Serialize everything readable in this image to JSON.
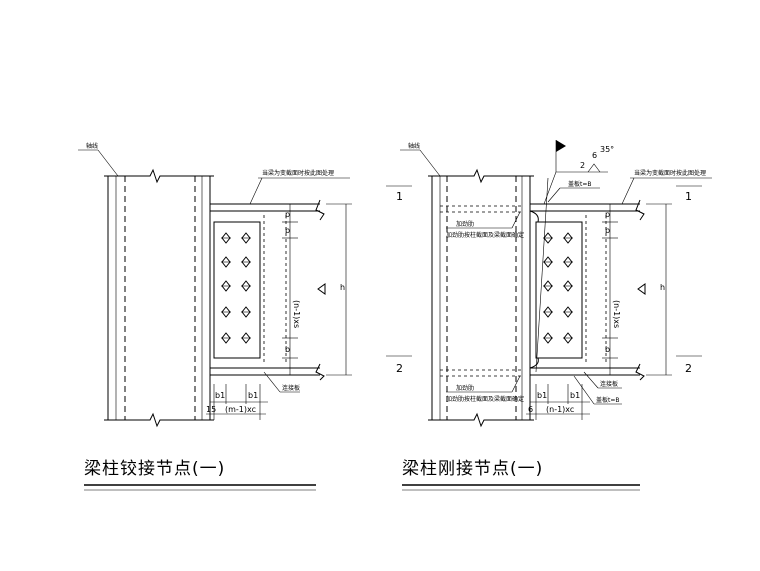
{
  "left_detail": {
    "title": "梁柱铰接节点(一)",
    "axis_label": "轴线",
    "callout_top": "当梁为变截面时按此图处理",
    "stiffener_label": "连接板",
    "dim_p": "p",
    "dim_b": "b",
    "dim_mid": "(n-1)xs",
    "dim_h": "h",
    "dim_b1a": "b1",
    "dim_b1b": "b1",
    "dim_15": "15",
    "dim_bottom": "(m-1)xc"
  },
  "right_detail": {
    "title": "梁柱刚接节点(一)",
    "axis_label": "轴线",
    "callout_top": "当梁为变截面时按此图处理",
    "weld_num": "2",
    "weld_size": "6",
    "weld_angle": "35°",
    "plate_top": "盖板t=B",
    "note_upper_1": "加劲肋",
    "note_upper_2": "加劲肋按柱截面及梁截面确定",
    "note_lower_1": "加劲肋",
    "note_lower_2": "加劲肋按柱截面及梁截面确定",
    "stiffener_label": "连接板",
    "plate_bottom": "盖板t=B",
    "dim_p": "p",
    "dim_b": "b",
    "dim_mid": "(n-1)xs",
    "dim_h": "h",
    "dim_b1a": "b1",
    "dim_b1b": "b1",
    "dim_6": "6",
    "dim_bottom": "(n-1)xc",
    "section_1_left": "1",
    "section_1_right": "1",
    "section_2_left": "2",
    "section_2_right": "2"
  }
}
